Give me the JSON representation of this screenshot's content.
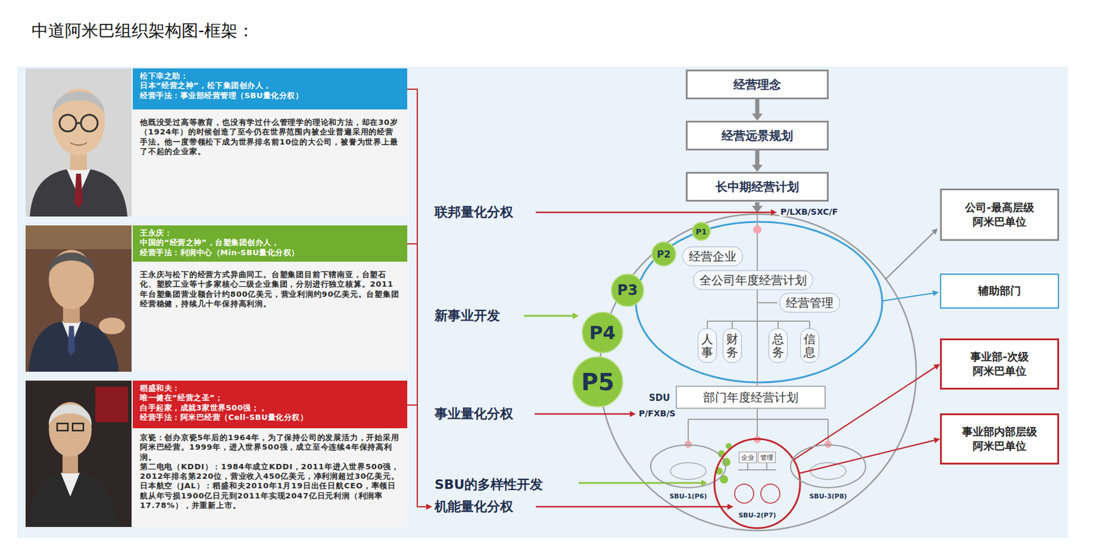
{
  "diagram": {
    "title": "中道阿米巴组织架构图-框架：",
    "nodes": [
      {
        "text": [
          "松下幸之助：",
          "日本“经营之神”，松下集团创办人，",
          "经营手法：事业部经营管理（SBU量化分权）",
          "他既没受过高等教育，也没有学过什么管理学的理论和方法，却在30岁（1924年）的时候创造了至今仍在世界范围内被企业普遍采用的经营手法。他一度带领松下成为世界排名前10位的大公司，被誉为世界上最了不起的企业家。"
        ]
      },
      {
        "text": [
          "王永庆：",
          "中国的“经营之神”，台塑集团创办人，",
          "经营手法：利润中心（Min-SBU量化分权）",
          "王永庆与松下的经营方式异曲同工。台塑集团目前下辖南亚，台塑石化、塑胶工业等十多家核心二级企业集团，分别进行独立核算。2011年台塑集团营业额合计约800亿美元，营业利润约90亿美元。台塑集团经营稳健，持续几十年保持高利润。"
        ]
      },
      {
        "text": [
          "稻盛和夫：",
          "唯一健在“经营之圣”；",
          "白手起家，成就3家世界500强；，",
          "经营手法：阿米巴经营（Cell-SBU量化分权）",
          "京瓷：创办京瓷5年后的1964年，为了保持公司的发展活力，开始采用阿米巴经营。1999年，进入世界500强，成立至今连续4年保持高利润。",
          "第二电电（KDDI）：1984年成立KDDI，2011年进入世界500强，2012年排名第220位，营业收入450亿美元，净利润超过30亿美元。",
          "日本航空（JAL）：稻盛和夫2010年1月19日出任日航CEO，率领日航从年亏损1900亿日元到2011年实现2047亿日元利润（利润率17.78%），并重新上市。"
        ]
      },
      {
        "text": [
          "经营理念"
        ]
      },
      {
        "text": [
          "经营远景规划"
        ]
      },
      {
        "text": [
          "长中期经营计划"
        ]
      },
      {
        "text": [
          "P1"
        ]
      },
      {
        "text": [
          "P2"
        ]
      },
      {
        "text": [
          "P3"
        ]
      },
      {
        "text": [
          "P4"
        ]
      },
      {
        "text": [
          "P5"
        ]
      },
      {
        "text": [
          "经营企业"
        ]
      },
      {
        "text": [
          "全公司年度经营计划"
        ]
      },
      {
        "text": [
          "经营管理"
        ]
      },
      {
        "text": [
          "人事"
        ]
      },
      {
        "text": [
          "财务"
        ]
      },
      {
        "text": [
          "总务"
        ]
      },
      {
        "text": [
          "信息"
        ]
      },
      {
        "text": [
          "SDU",
          "部门年度经营计划"
        ]
      },
      {
        "text": [
          "SBU-1(P6)"
        ]
      },
      {
        "text": [
          "SBU-2(P7)"
        ]
      },
      {
        "text": [
          "企业"
        ],
        "in": 20
      },
      {
        "text": [
          "管理"
        ],
        "in": 20
      },
      {
        "text": [
          "SBU-3(P8)"
        ]
      },
      {
        "text": [
          "公司-最高层级 阿米巴单位"
        ]
      },
      {
        "text": [
          "辅助部门"
        ]
      },
      {
        "text": [
          "事业部-次级 阿米巴单位"
        ]
      },
      {
        "text": [
          "事业部内部层级 阿米巴单位"
        ]
      }
    ],
    "edges": [
      {
        "from": 3,
        "to": 4,
        "arrow": "to"
      },
      {
        "from": 4,
        "to": 5,
        "arrow": "to"
      },
      {
        "from": 20,
        "to": 26,
        "arrow": "to"
      },
      {
        "from": 20,
        "to": 27,
        "arrow": "to"
      }
    ],
    "labels": [
      "联邦量化分权",
      "新事业开发",
      "事业量化分权",
      "SBU的多样性开发",
      "机能量化分权",
      "P/LXB/SXC/F",
      "P/FXB/S"
    ]
  }
}
